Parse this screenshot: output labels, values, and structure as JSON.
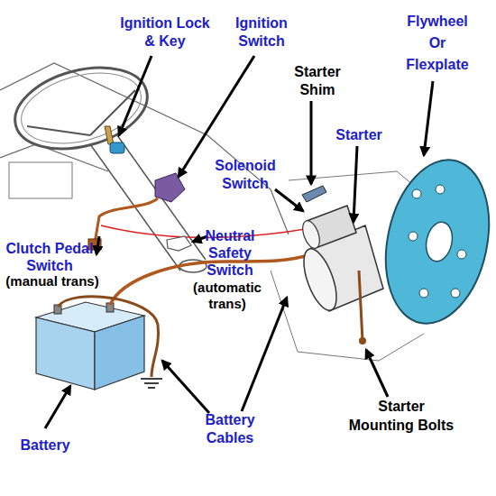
{
  "diagram": {
    "labels": [
      "Ignition Lock & Key",
      "Ignition Switch",
      "Starter Shim",
      "Flywheel Or Flexplate",
      "Starter",
      "Solenoid Switch",
      "Clutch Pedal Switch",
      "(manual trans)",
      "Neutral Safety Switch",
      "(automatic trans)",
      "Battery",
      "Battery Cables",
      "Starter Mounting Bolts"
    ]
  }
}
